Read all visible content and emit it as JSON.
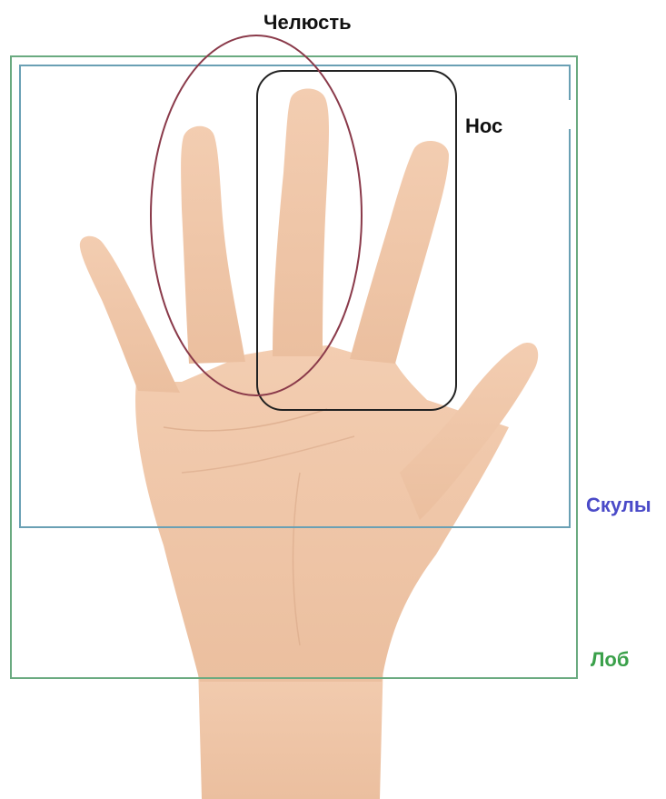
{
  "labels": {
    "jaw": "Челюсть",
    "nose": "Нос",
    "cheekbones": "Скулы",
    "forehead": "Лоб"
  },
  "colors": {
    "jaw_outline": "#8a3a4a",
    "nose_outline": "#222222",
    "cheekbones_outline": "#6aa0b4",
    "forehead_outline": "#6aaa80",
    "cheekbones_text": "#4a4ac8",
    "forehead_text": "#3aa04a",
    "skin": "#f0c8aa",
    "skin_shadow": "#dca88a"
  }
}
